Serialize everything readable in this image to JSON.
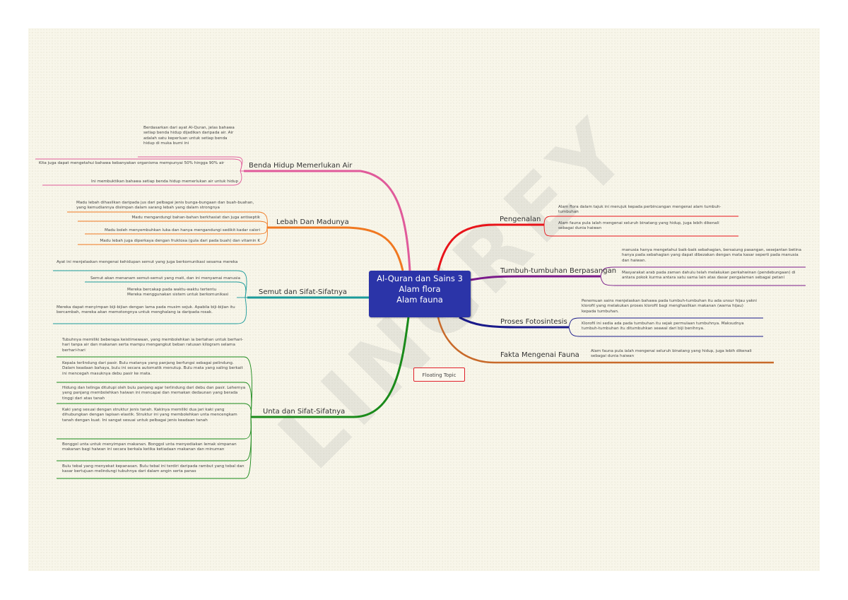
{
  "central_topic": {
    "lines": [
      "Al-Quran dan Sains 3",
      "Alam flora",
      "Alam fauna"
    ],
    "color": "#2b34a8"
  },
  "floating_topic": {
    "label": "Floating Topic",
    "border_color": "#e0202a"
  },
  "watermark": "LINCREY",
  "branches": {
    "benda_hidup": {
      "label": "Benda Hidup Memerlukan Air",
      "color": "#e05a9a",
      "items": [
        "Berdasarkan dari ayat Al-Quran, jelas bahawa setiap benda hidup dijadikan daripada air. Air adalah satu keperluan untuk setiap benda hidup di muka bumi ini",
        "Kita juga dapat mengetahui bahawa kebanyakan organisma mempunyai 50% hingga 90% air",
        "Ini membuktikan bahawa setiap benda hidup memerlukan air untuk hidup"
      ]
    },
    "lebah": {
      "label": "Lebah Dan Madunya",
      "color": "#f07820",
      "items": [
        "Madu lebah dihasilkan daripada jus dari pelbagai jenis bunga-bungaan dan buah-buahan, yang kemudiannya disimpan dalam sarang lebah yang dalam strongnya",
        "Madu mengandungi bahan-bahan berkhasiat dan juga antiseptik",
        "Madu boleh menyembuhkan luka dan hanya mengandungi sedikit kadar calori",
        "Madu lebah juga diperkaya dengan fruktosa (gula dari pada buah) dan vitamin K"
      ]
    },
    "semut": {
      "label": "Semut dan Sifat-Sifatnya",
      "color": "#1a9a9a",
      "items": [
        "Ayat ini menjelaskan mengenai kehidupan semut yang juga berkomunikasi sesama mereka",
        "Semut akan menanam semut-semut yang mati, dan ini menyamai manusia",
        "Mereka bercakap pada waktu-waktu tertentu\nMereka menggunakan sistem untuk berkomunikasi",
        "Mereka dapat menyimpan biji-bijian dengan lama pada musim sejuk. Apabila biji-bijian itu bercambah, mereka akan memotongnya untuk menghalang ia daripada rosak."
      ]
    },
    "unta": {
      "label": "Unta dan Sifat-Sifatnya",
      "color": "#1a8a1a",
      "items": [
        "Tubuhnya memiliki beberapa keistimewaan, yang membolehkan ia bertahan untuk berhari-hari tanpa air dan makanan serta mampu mengangkut beban ratusan kilogram selama berhari-hari",
        "Kepala terlindung dari pasir. Bulu matanya yang panjang berfungsi sebagai pelindung. Dalam keadaan bahaya, bulu ini secara automatik menutup. Bulu mata yang saling berkait ini mencegah masuknya debu pasir ke mata.",
        "Hidung dan telinga ditutupi oleh bulu panjang agar terlindung dari debu dan pasir. Lehernya yang panjang membolehkan haiwan ini mencapai dan memakan dedaunan yang berada tinggi dari atas tanah",
        "Kaki yang sesuai dengan struktur jenis tanah. Kakinya memiliki dua jari kaki yang dihubungkan dengan lapisan elastik. Struktur ini yang membolehkan unta mencengkam tanah dengan kuat. Ini sangat sesuai untuk pelbagai jenis keadaan tanah",
        "Bonggol unta untuk menyimpan makanan. Bonggol unta menyediakan lemak simpanan makanan bagi haiwan ini secara berkala ketika ketiadaan makanan dan minuman",
        "Bulu tebal yang menyekat kepanasan. Bulu tebal ini terdiri daripada rambut yang tebal dan kasar bertujuan melindungi tubuhnya dari dalam angin serta panas"
      ]
    },
    "pengenalan": {
      "label": "Pengenalan",
      "color": "#e8141a",
      "items": [
        "Alam flora dalam tajuk ini merujuk kepada perbincangan mengenai alam tumbuh-tumbuhan",
        "Alam fauna pula ialah mengenai seluruh binatang yang hidup, juga lebih dikenali sebagai dunia haiwan"
      ]
    },
    "tumbuhan": {
      "label": "Tumbuh-tumbuhan Berpasangan",
      "color": "#7a1a8a",
      "items": [
        "manusia hanya mengetahui baik-baik sebahagian, bersaiung pasangan, sesejantan betina hanya pada sebahagian yang dapat dibezakan dengan mata kasar seperti pada manusia dan haiwan.",
        "Masyarakat arab pada zaman dahulu telah melakukan perkahwinan (pendebungaan) di antara pokok kurma antara satu sama lain atas dasar pengalaman sebagai petani"
      ]
    },
    "fotosintesis": {
      "label": "Proses Fotosintesis",
      "color": "#1a1a8a",
      "items": [
        "Penemuan sains menjelaskan bahawa pada tumbuh-tumbuhan itu ada unsur hijau yakni klorofil yang melakukan proses klorofil bagi menghasilkan makanan (warna hijau) kepada tumbuhan.",
        "Klorofil ini sedia ada pada tumbuhan itu sejak permulaan tumbuhnya. Maksudnya tumbuh-tumbuhan itu ditumbuhkan seawal dari biji benihnya."
      ]
    },
    "fauna": {
      "label": "Fakta Mengenai Fauna",
      "color": "#c86a2a",
      "items": [
        "Alam fauna pula ialah mengenai seluruh binatang yang hidup, juga lebih dikenali sebagai dunia haiwan"
      ]
    }
  }
}
